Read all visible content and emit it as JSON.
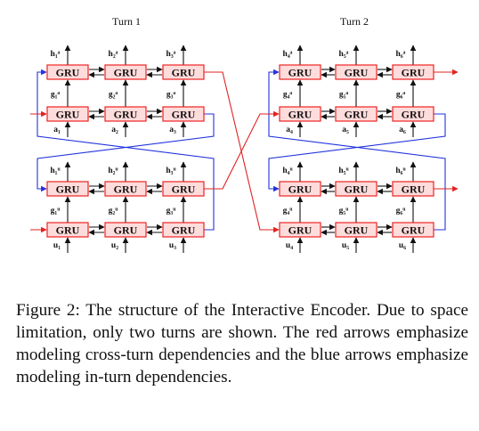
{
  "figure": {
    "turn_titles": [
      "Turn 1",
      "Turn 2"
    ],
    "cell_label": "GRU",
    "turns": [
      {
        "agent": {
          "outputs": [
            "h₁ᵃ",
            "h₂ᵃ",
            "h₃ᵃ"
          ],
          "mid": [
            "g₁ᵃ",
            "g₂ᵃ",
            "g₃ᵃ"
          ],
          "inputs": [
            "a₁",
            "a₂",
            "a₃"
          ]
        },
        "user": {
          "outputs": [
            "h₁ᵘ",
            "h₂ᵘ",
            "h₃ᵘ"
          ],
          "mid": [
            "g₁ᵘ",
            "g₂ᵘ",
            "g₃ᵘ"
          ],
          "inputs": [
            "u₁",
            "u₂",
            "u₃"
          ]
        }
      },
      {
        "agent": {
          "outputs": [
            "h₄ᵃ",
            "h₅ᵃ",
            "h₆ᵃ"
          ],
          "mid": [
            "g₄ᵃ",
            "g₅ᵃ",
            "g₆ᵃ"
          ],
          "inputs": [
            "a₄",
            "a₅",
            "a₆"
          ]
        },
        "user": {
          "outputs": [
            "h₄ᵘ",
            "h₅ᵘ",
            "h₆ᵘ"
          ],
          "mid": [
            "g₄ᵘ",
            "g₅ᵘ",
            "g₆ᵘ"
          ],
          "inputs": [
            "u₄",
            "u₅",
            "u₆"
          ]
        }
      }
    ],
    "colors": {
      "cross_turn": "#e22222",
      "in_turn": "#2233dd",
      "cell_fill": "#ffdcdc"
    }
  },
  "caption": "Figure 2: The structure of the Interactive Encoder. Due to space limitation, only two turns are shown. The red arrows emphasize modeling cross-turn dependencies and the blue arrows emphasize modeling in-turn dependencies."
}
